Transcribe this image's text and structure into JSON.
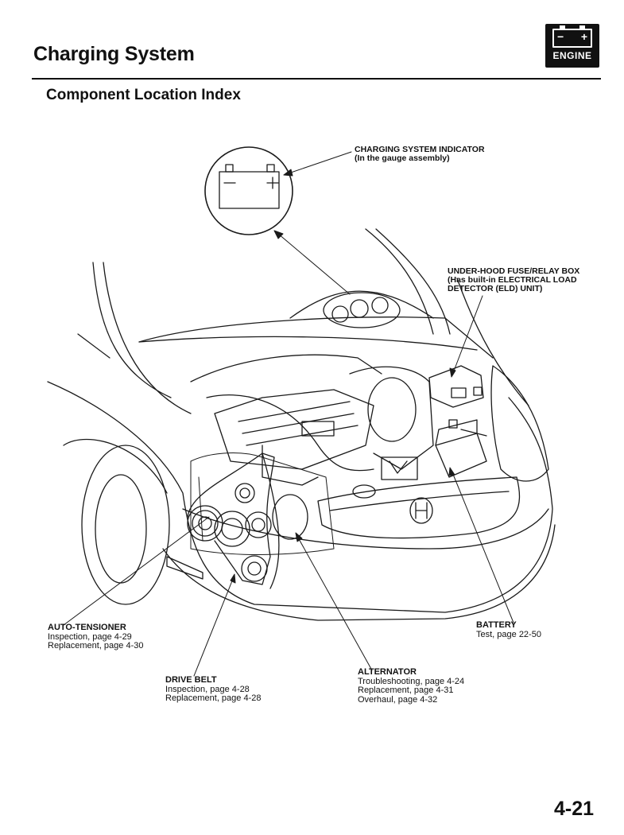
{
  "header": {
    "title": "Charging System",
    "section": "Component Location Index",
    "badge": {
      "label": "ENGINE",
      "minus": "−",
      "plus": "+"
    }
  },
  "callouts": {
    "indicator": {
      "title": "CHARGING SYSTEM INDICATOR",
      "sub": "(In the gauge assembly)"
    },
    "fusebox": {
      "title": "UNDER-HOOD FUSE/RELAY BOX",
      "sub1": "(Has built-in ELECTRICAL LOAD",
      "sub2": "DETECTOR (ELD) UNIT)"
    },
    "tensioner": {
      "title": "AUTO-TENSIONER",
      "line1": "Inspection, page 4-29",
      "line2": "Replacement, page 4-30"
    },
    "battery": {
      "title": "BATTERY",
      "line1": "Test, page 22-50"
    },
    "belt": {
      "title": "DRIVE BELT",
      "line1": "Inspection, page 4-28",
      "line2": "Replacement, page 4-28"
    },
    "alternator": {
      "title": "ALTERNATOR",
      "line1": "Troubleshooting, page 4-24",
      "line2": "Replacement, page 4-31",
      "line3": "Overhaul, page 4-32"
    }
  },
  "page_number": "4-21"
}
